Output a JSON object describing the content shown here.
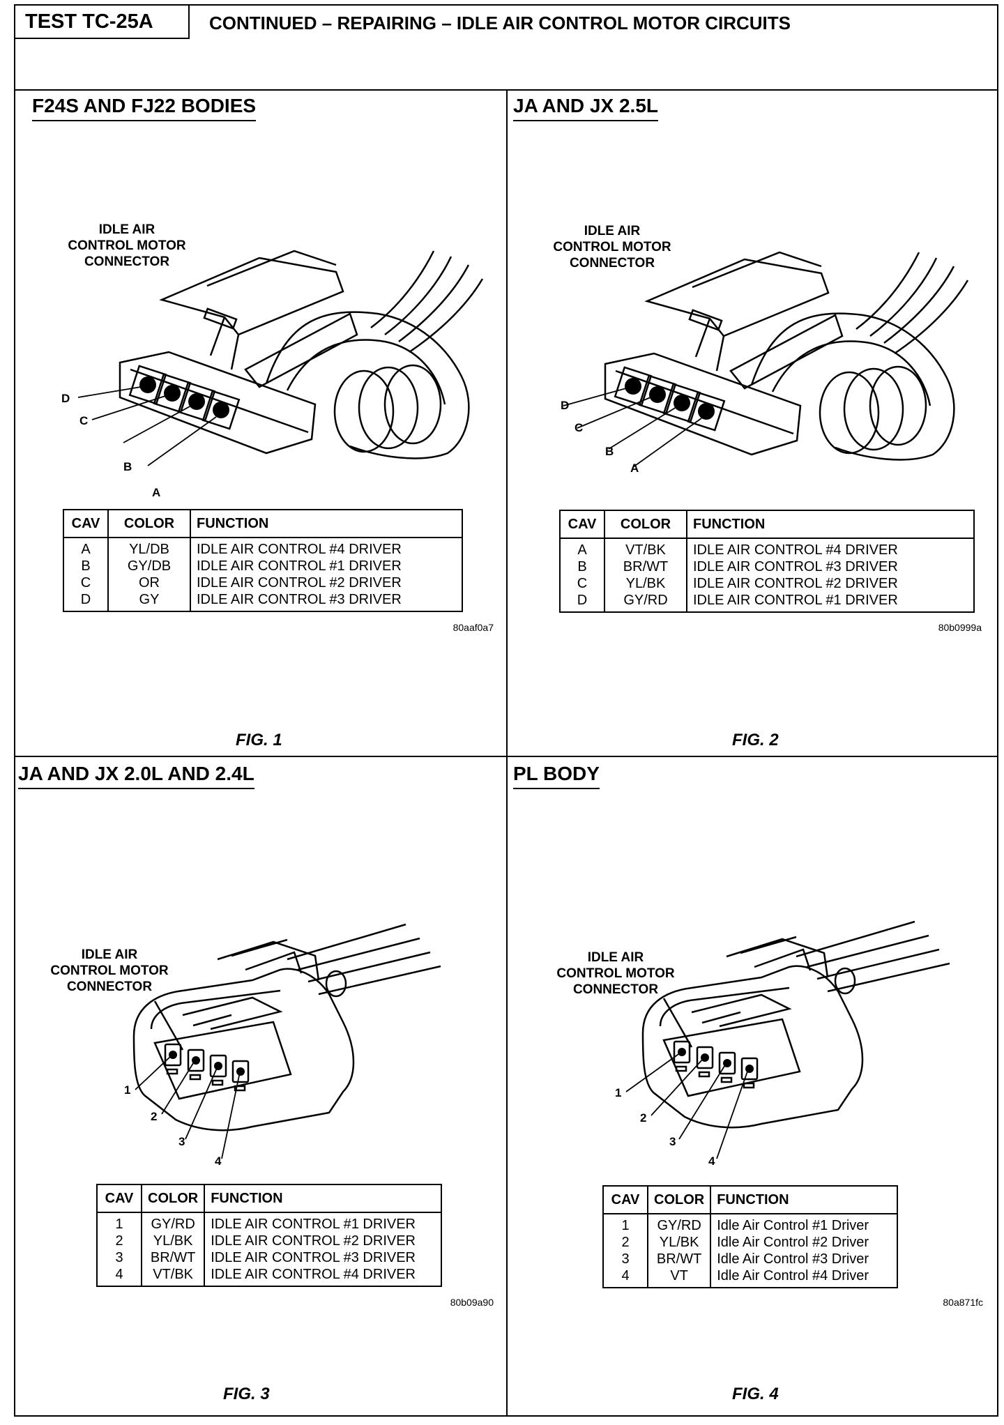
{
  "header": {
    "test_id": "TEST TC-25A",
    "title": "CONTINUED – REPAIRING – IDLE AIR CONTROL MOTOR CIRCUITS"
  },
  "panels": [
    {
      "title": "F24S AND FJ22 BODIES",
      "callout": [
        "IDLE AIR",
        "CONTROL MOTOR",
        "CONNECTOR"
      ],
      "pins": [
        "D",
        "C",
        "B",
        "A"
      ],
      "table": {
        "headers": [
          "CAV",
          "COLOR",
          "FUNCTION"
        ],
        "rows": [
          [
            "A",
            "YL/DB",
            "IDLE AIR CONTROL #4 DRIVER"
          ],
          [
            "B",
            "GY/DB",
            "IDLE AIR CONTROL #1 DRIVER"
          ],
          [
            "C",
            "OR",
            "IDLE AIR CONTROL #2 DRIVER"
          ],
          [
            "D",
            "GY",
            "IDLE AIR CONTROL #3 DRIVER"
          ]
        ]
      },
      "ref": "80aaf0a7",
      "fig": "FIG. 1"
    },
    {
      "title": "JA AND JX 2.5L",
      "callout": [
        "IDLE AIR",
        "CONTROL MOTOR",
        "CONNECTOR"
      ],
      "pins": [
        "D",
        "C",
        "B",
        "A"
      ],
      "table": {
        "headers": [
          "CAV",
          "COLOR",
          "FUNCTION"
        ],
        "rows": [
          [
            "A",
            "VT/BK",
            "IDLE AIR CONTROL #4 DRIVER"
          ],
          [
            "B",
            "BR/WT",
            "IDLE AIR CONTROL #3 DRIVER"
          ],
          [
            "C",
            "YL/BK",
            "IDLE AIR CONTROL #2 DRIVER"
          ],
          [
            "D",
            "GY/RD",
            "IDLE AIR CONTROL #1 DRIVER"
          ]
        ]
      },
      "ref": "80b0999a",
      "fig": "FIG. 2"
    },
    {
      "title": "JA AND JX  2.0L AND 2.4L",
      "callout": [
        "IDLE AIR",
        "CONTROL MOTOR",
        "CONNECTOR"
      ],
      "pins": [
        "1",
        "2",
        "3",
        "4"
      ],
      "table": {
        "headers": [
          "CAV",
          "COLOR",
          "FUNCTION"
        ],
        "rows": [
          [
            "1",
            "GY/RD",
            "IDLE AIR CONTROL #1 DRIVER"
          ],
          [
            "2",
            "YL/BK",
            "IDLE AIR CONTROL #2 DRIVER"
          ],
          [
            "3",
            "BR/WT",
            "IDLE AIR CONTROL #3 DRIVER"
          ],
          [
            "4",
            "VT/BK",
            "IDLE AIR CONTROL #4 DRIVER"
          ]
        ]
      },
      "ref": "80b09a90",
      "fig": "FIG. 3"
    },
    {
      "title": "PL BODY",
      "callout": [
        "IDLE AIR",
        "CONTROL MOTOR",
        "CONNECTOR"
      ],
      "pins": [
        "1",
        "2",
        "3",
        "4"
      ],
      "table": {
        "headers": [
          "CAV",
          "COLOR",
          "FUNCTION"
        ],
        "rows": [
          [
            "1",
            "GY/RD",
            "Idle Air Control #1 Driver"
          ],
          [
            "2",
            "YL/BK",
            "Idle Air Control #2 Driver"
          ],
          [
            "3",
            "BR/WT",
            "Idle Air Control #3 Driver"
          ],
          [
            "4",
            "VT",
            "Idle Air Control #4 Driver"
          ]
        ]
      },
      "ref": "80a871fc",
      "fig": "FIG. 4"
    }
  ]
}
